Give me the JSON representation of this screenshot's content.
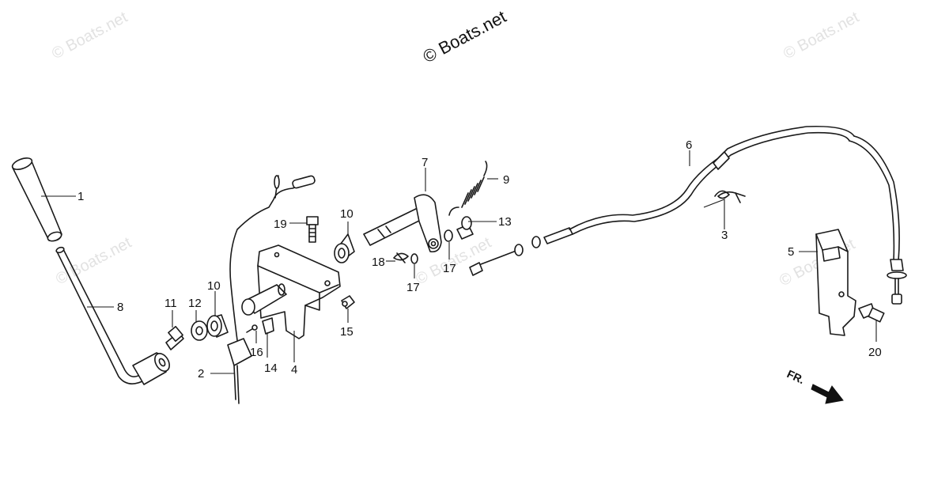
{
  "copyright": "© Boats.net",
  "watermark": "© Boats.net",
  "direction_label": "FR.",
  "callouts": {
    "c1": "1",
    "c2": "2",
    "c3": "3",
    "c4": "4",
    "c5": "5",
    "c6": "6",
    "c7": "7",
    "c8": "8",
    "c9": "9",
    "c10a": "10",
    "c10b": "10",
    "c11": "11",
    "c12": "12",
    "c13": "13",
    "c14": "14",
    "c15": "15",
    "c16": "16",
    "c17a": "17",
    "c17b": "17",
    "c18": "18",
    "c19": "19",
    "c20": "20"
  },
  "colors": {
    "line": "#1a1a1a",
    "watermark": "#e2e2e2",
    "background": "#ffffff"
  }
}
